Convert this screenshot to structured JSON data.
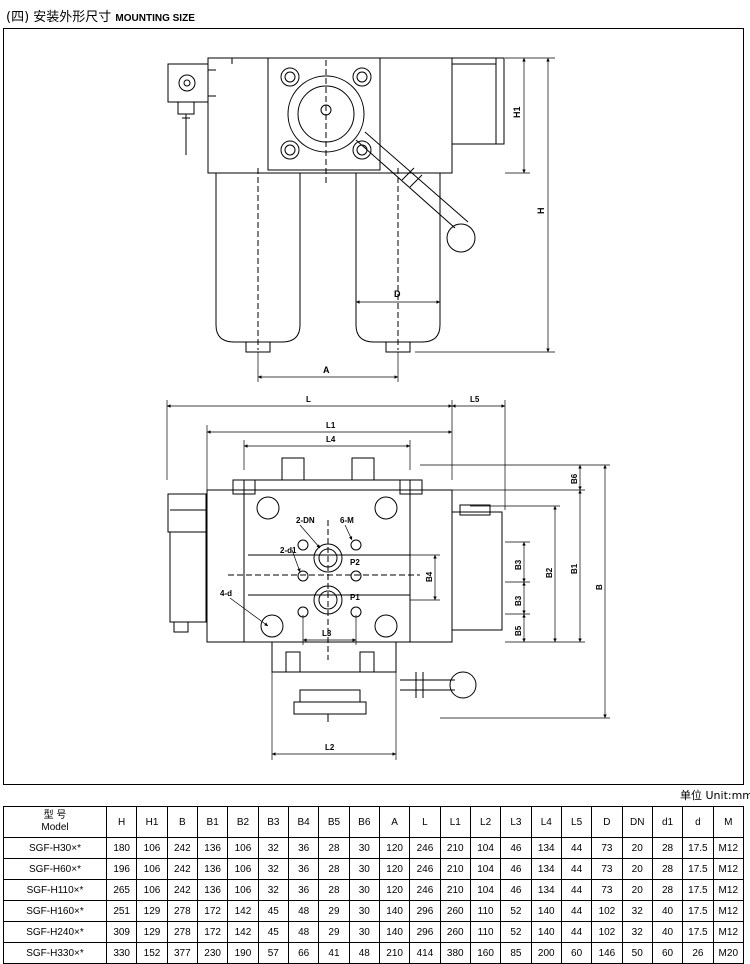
{
  "header": {
    "title_cn": "(四) 安装外形尺寸",
    "title_en": "MOUNTING SIZE"
  },
  "labels": {
    "H1": "H1",
    "H": "H",
    "D": "D",
    "A": "A",
    "L": "L",
    "L5": "L5",
    "L1": "L1",
    "L4": "L4",
    "B6": "B6",
    "B3a": "B3",
    "B3b": "B3",
    "B2": "B2",
    "B1": "B1",
    "B": "B",
    "B5": "B5",
    "B4": "B4",
    "dn": "2-DN",
    "m": "6-M",
    "d1": "2-d1",
    "P2": "P2",
    "P1": "P1",
    "d4": "4-d",
    "L3": "L3",
    "L2": "L2"
  },
  "unit": "单位 Unit:mm",
  "table": {
    "model_head_cn": "型 号",
    "model_head_en": "Model",
    "columns": [
      "H",
      "H1",
      "B",
      "B1",
      "B2",
      "B3",
      "B4",
      "B5",
      "B6",
      "A",
      "L",
      "L1",
      "L2",
      "L3",
      "L4",
      "L5",
      "D",
      "DN",
      "d1",
      "d",
      "M"
    ],
    "rows": [
      {
        "model": "SGF-H30×*",
        "values": [
          "180",
          "106",
          "242",
          "136",
          "106",
          "32",
          "36",
          "28",
          "30",
          "120",
          "246",
          "210",
          "104",
          "46",
          "134",
          "44",
          "73",
          "20",
          "28",
          "17.5",
          "M12"
        ]
      },
      {
        "model": "SGF-H60×*",
        "values": [
          "196",
          "106",
          "242",
          "136",
          "106",
          "32",
          "36",
          "28",
          "30",
          "120",
          "246",
          "210",
          "104",
          "46",
          "134",
          "44",
          "73",
          "20",
          "28",
          "17.5",
          "M12"
        ]
      },
      {
        "model": "SGF-H110×*",
        "values": [
          "265",
          "106",
          "242",
          "136",
          "106",
          "32",
          "36",
          "28",
          "30",
          "120",
          "246",
          "210",
          "104",
          "46",
          "134",
          "44",
          "73",
          "20",
          "28",
          "17.5",
          "M12"
        ]
      },
      {
        "model": "SGF-H160×*",
        "values": [
          "251",
          "129",
          "278",
          "172",
          "142",
          "45",
          "48",
          "29",
          "30",
          "140",
          "296",
          "260",
          "110",
          "52",
          "140",
          "44",
          "102",
          "32",
          "40",
          "17.5",
          "M12"
        ]
      },
      {
        "model": "SGF-H240×*",
        "values": [
          "309",
          "129",
          "278",
          "172",
          "142",
          "45",
          "48",
          "29",
          "30",
          "140",
          "296",
          "260",
          "110",
          "52",
          "140",
          "44",
          "102",
          "32",
          "40",
          "17.5",
          "M12"
        ]
      },
      {
        "model": "SGF-H330×*",
        "values": [
          "330",
          "152",
          "377",
          "230",
          "190",
          "57",
          "66",
          "41",
          "48",
          "210",
          "414",
          "380",
          "160",
          "85",
          "200",
          "60",
          "146",
          "50",
          "60",
          "26",
          "M20"
        ]
      }
    ]
  }
}
